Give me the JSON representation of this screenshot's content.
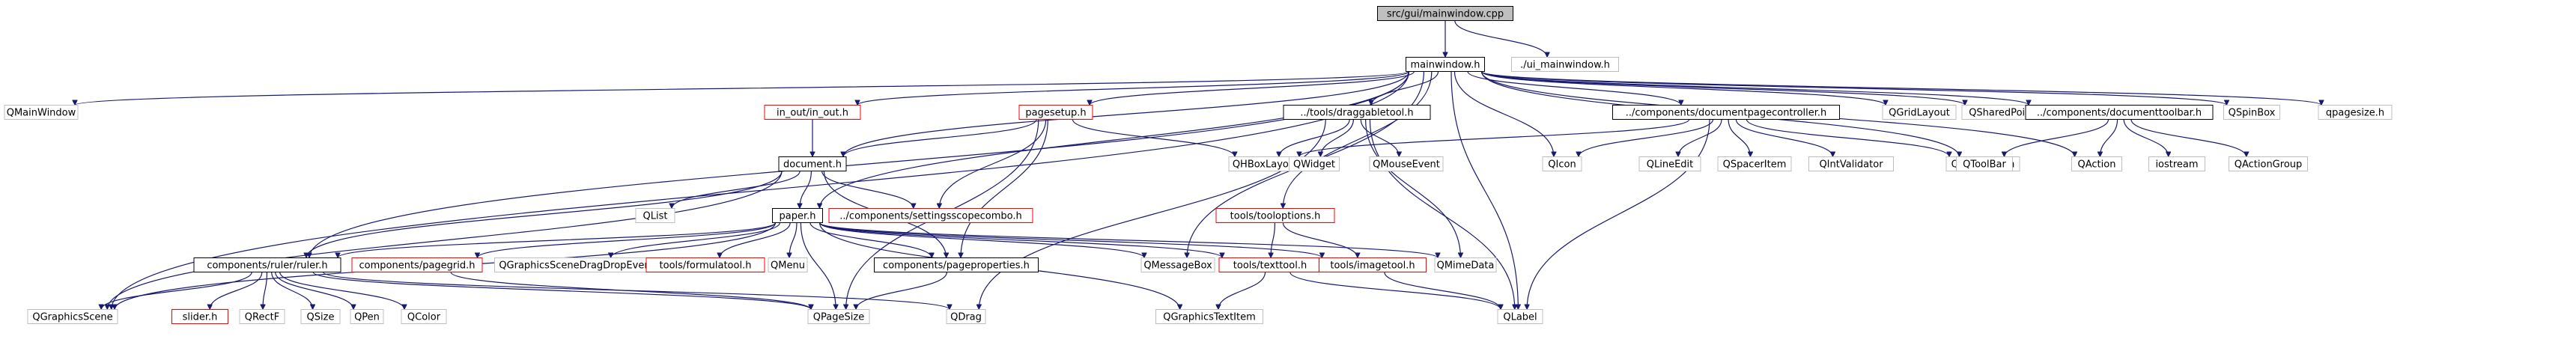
{
  "colors": {
    "edge": "#191970",
    "node_border_default": "#000000",
    "node_border_bright": "#bfbfbf",
    "node_border_red": "#ff0000",
    "node_fill_root": "#bfbfbf",
    "node_fill_default": "#ffffff",
    "text": "#000000"
  },
  "nodes": [
    {
      "id": "mainwindow_cpp",
      "label": "src/gui/mainwindow.cpp",
      "style": "root"
    },
    {
      "id": "mainwindow_h",
      "label": "mainwindow.h",
      "style": "default"
    },
    {
      "id": "ui_mainwindow_h",
      "label": "./ui_mainwindow.h",
      "style": "bright"
    },
    {
      "id": "QMainWindow",
      "label": "QMainWindow",
      "style": "bright"
    },
    {
      "id": "in_out_h",
      "label": "in_out/in_out.h",
      "style": "red"
    },
    {
      "id": "pagesetup_h",
      "label": "pagesetup.h",
      "style": "red"
    },
    {
      "id": "draggabletool_h",
      "label": "../tools/draggabletool.h",
      "style": "default"
    },
    {
      "id": "documentpagecontroller_h",
      "label": "../components/documentpagecontroller.h",
      "style": "default"
    },
    {
      "id": "QGridLayout",
      "label": "QGridLayout",
      "style": "bright"
    },
    {
      "id": "QSharedPointer",
      "label": "QSharedPointer",
      "style": "bright"
    },
    {
      "id": "documenttoolbar_h",
      "label": "../components/documenttoolbar.h",
      "style": "default"
    },
    {
      "id": "QSpinBox",
      "label": "QSpinBox",
      "style": "bright"
    },
    {
      "id": "qpagesize_h",
      "label": "qpagesize.h",
      "style": "bright"
    },
    {
      "id": "document_h",
      "label": "document.h",
      "style": "default"
    },
    {
      "id": "QHBoxLayout",
      "label": "QHBoxLayout",
      "style": "bright"
    },
    {
      "id": "QWidget",
      "label": "QWidget",
      "style": "bright"
    },
    {
      "id": "QMouseEvent",
      "label": "QMouseEvent",
      "style": "bright"
    },
    {
      "id": "QIcon",
      "label": "QIcon",
      "style": "bright"
    },
    {
      "id": "QLineEdit",
      "label": "QLineEdit",
      "style": "bright"
    },
    {
      "id": "QSpacerItem",
      "label": "QSpacerItem",
      "style": "bright"
    },
    {
      "id": "QIntValidator",
      "label": "QIntValidator",
      "style": "bright"
    },
    {
      "id": "QPushButton",
      "label": "QPushButton",
      "style": "bright"
    },
    {
      "id": "QToolBar",
      "label": "QToolBar",
      "style": "bright"
    },
    {
      "id": "QAction",
      "label": "QAction",
      "style": "bright"
    },
    {
      "id": "iostream",
      "label": "iostream",
      "style": "bright"
    },
    {
      "id": "QActionGroup",
      "label": "QActionGroup",
      "style": "bright"
    },
    {
      "id": "QList",
      "label": "QList",
      "style": "bright"
    },
    {
      "id": "settingsscopecombo_h",
      "label": "../components/settingsscopecombo.h",
      "style": "red"
    },
    {
      "id": "tooloptions_h",
      "label": "tools/tooloptions.h",
      "style": "red"
    },
    {
      "id": "paper_h",
      "label": "paper.h",
      "style": "default"
    },
    {
      "id": "QMessageBox",
      "label": "QMessageBox",
      "style": "bright"
    },
    {
      "id": "QMimeData",
      "label": "QMimeData",
      "style": "bright"
    },
    {
      "id": "ruler_h",
      "label": "components/ruler/ruler.h",
      "style": "default"
    },
    {
      "id": "pagegrid_h",
      "label": "components/pagegrid.h",
      "style": "red"
    },
    {
      "id": "QGraphicsSceneDragDropEvent",
      "label": "QGraphicsSceneDragDropEvent",
      "style": "bright"
    },
    {
      "id": "formulatool_h",
      "label": "tools/formulatool.h",
      "style": "red"
    },
    {
      "id": "QMenu",
      "label": "QMenu",
      "style": "bright"
    },
    {
      "id": "pageproperties_h",
      "label": "components/pageproperties.h",
      "style": "default"
    },
    {
      "id": "texttool_h",
      "label": "tools/texttool.h",
      "style": "red"
    },
    {
      "id": "imagetool_h",
      "label": "tools/imagetool.h",
      "style": "red"
    },
    {
      "id": "QGraphicsScene",
      "label": "QGraphicsScene",
      "style": "bright"
    },
    {
      "id": "slider_h",
      "label": "slider.h",
      "style": "red"
    },
    {
      "id": "QRectF",
      "label": "QRectF",
      "style": "bright"
    },
    {
      "id": "QSize",
      "label": "QSize",
      "style": "bright"
    },
    {
      "id": "QPen",
      "label": "QPen",
      "style": "bright"
    },
    {
      "id": "QColor",
      "label": "QColor",
      "style": "bright"
    },
    {
      "id": "QPageSize",
      "label": "QPageSize",
      "style": "bright"
    },
    {
      "id": "QDrag",
      "label": "QDrag",
      "style": "bright"
    },
    {
      "id": "QGraphicsTextItem",
      "label": "QGraphicsTextItem",
      "style": "bright"
    },
    {
      "id": "QLabel",
      "label": "QLabel",
      "style": "bright"
    }
  ],
  "edges": [
    [
      "mainwindow_cpp",
      "mainwindow_h"
    ],
    [
      "mainwindow_cpp",
      "ui_mainwindow_h"
    ],
    [
      "mainwindow_h",
      "QMainWindow"
    ],
    [
      "mainwindow_h",
      "in_out_h"
    ],
    [
      "mainwindow_h",
      "pagesetup_h"
    ],
    [
      "mainwindow_h",
      "draggabletool_h"
    ],
    [
      "mainwindow_h",
      "documentpagecontroller_h"
    ],
    [
      "mainwindow_h",
      "QGridLayout"
    ],
    [
      "mainwindow_h",
      "QSharedPointer"
    ],
    [
      "mainwindow_h",
      "documenttoolbar_h"
    ],
    [
      "mainwindow_h",
      "QSpinBox"
    ],
    [
      "mainwindow_h",
      "qpagesize_h"
    ],
    [
      "mainwindow_h",
      "document_h"
    ],
    [
      "mainwindow_h",
      "paper_h"
    ],
    [
      "mainwindow_h",
      "ruler_h"
    ],
    [
      "mainwindow_h",
      "QGraphicsScene"
    ],
    [
      "mainwindow_h",
      "QMessageBox"
    ],
    [
      "mainwindow_h",
      "tooloptions_h"
    ],
    [
      "mainwindow_h",
      "QIcon"
    ],
    [
      "mainwindow_h",
      "QLabel"
    ],
    [
      "mainwindow_h",
      "QToolBar"
    ],
    [
      "mainwindow_h",
      "QAction"
    ],
    [
      "in_out_h",
      "document_h"
    ],
    [
      "pagesetup_h",
      "document_h"
    ],
    [
      "pagesetup_h",
      "QHBoxLayout"
    ],
    [
      "pagesetup_h",
      "settingsscopecombo_h"
    ],
    [
      "pagesetup_h",
      "pageproperties_h"
    ],
    [
      "pagesetup_h",
      "QPageSize"
    ],
    [
      "draggabletool_h",
      "QHBoxLayout"
    ],
    [
      "draggabletool_h",
      "QWidget"
    ],
    [
      "draggabletool_h",
      "QMouseEvent"
    ],
    [
      "draggabletool_h",
      "QMimeData"
    ],
    [
      "draggabletool_h",
      "QLabel"
    ],
    [
      "draggabletool_h",
      "QDrag"
    ],
    [
      "documentpagecontroller_h",
      "QHBoxLayout"
    ],
    [
      "documentpagecontroller_h",
      "QIcon"
    ],
    [
      "documentpagecontroller_h",
      "QLineEdit"
    ],
    [
      "documentpagecontroller_h",
      "QSpacerItem"
    ],
    [
      "documentpagecontroller_h",
      "QIntValidator"
    ],
    [
      "documentpagecontroller_h",
      "QPushButton"
    ],
    [
      "documentpagecontroller_h",
      "QLabel"
    ],
    [
      "documenttoolbar_h",
      "QToolBar"
    ],
    [
      "documenttoolbar_h",
      "QAction"
    ],
    [
      "documenttoolbar_h",
      "iostream"
    ],
    [
      "documenttoolbar_h",
      "QActionGroup"
    ],
    [
      "document_h",
      "QList"
    ],
    [
      "document_h",
      "paper_h"
    ],
    [
      "document_h",
      "settingsscopecombo_h"
    ],
    [
      "document_h",
      "QGraphicsScene"
    ],
    [
      "document_h",
      "pageproperties_h"
    ],
    [
      "document_h",
      "ruler_h"
    ],
    [
      "paper_h",
      "ruler_h"
    ],
    [
      "paper_h",
      "pagegrid_h"
    ],
    [
      "paper_h",
      "QGraphicsSceneDragDropEvent"
    ],
    [
      "paper_h",
      "formulatool_h"
    ],
    [
      "paper_h",
      "QMenu"
    ],
    [
      "paper_h",
      "pageproperties_h"
    ],
    [
      "paper_h",
      "QMessageBox"
    ],
    [
      "paper_h",
      "texttool_h"
    ],
    [
      "paper_h",
      "imagetool_h"
    ],
    [
      "paper_h",
      "QMimeData"
    ],
    [
      "paper_h",
      "QGraphicsScene"
    ],
    [
      "paper_h",
      "QPageSize"
    ],
    [
      "paper_h",
      "QGraphicsTextItem"
    ],
    [
      "tooloptions_h",
      "texttool_h"
    ],
    [
      "tooloptions_h",
      "imagetool_h"
    ],
    [
      "ruler_h",
      "QGraphicsScene"
    ],
    [
      "ruler_h",
      "slider_h"
    ],
    [
      "ruler_h",
      "QRectF"
    ],
    [
      "ruler_h",
      "QSize"
    ],
    [
      "ruler_h",
      "QPen"
    ],
    [
      "ruler_h",
      "QColor"
    ],
    [
      "ruler_h",
      "QPageSize"
    ],
    [
      "ruler_h",
      "QDrag"
    ],
    [
      "pagegrid_h",
      "QPageSize"
    ],
    [
      "pageproperties_h",
      "QPageSize"
    ],
    [
      "texttool_h",
      "QGraphicsTextItem"
    ],
    [
      "texttool_h",
      "QLabel"
    ],
    [
      "imagetool_h",
      "QLabel"
    ]
  ]
}
